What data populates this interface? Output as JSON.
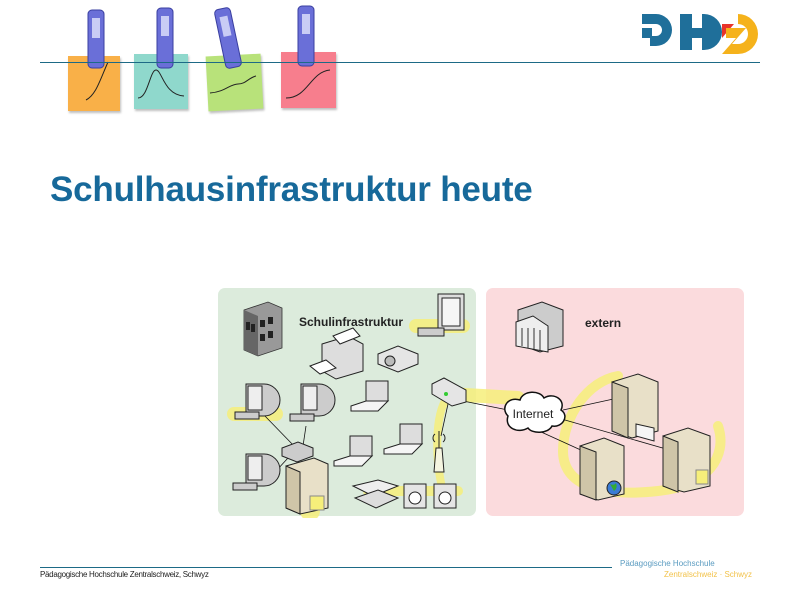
{
  "slide": {
    "title": "Schulhausinfrastruktur heute"
  },
  "logo": {
    "text": "PHZ",
    "colors": {
      "blue": "#1f6f9a",
      "red": "#e8332a",
      "yellow": "#f5b21b"
    }
  },
  "header_notes": [
    {
      "color": "#f9b048",
      "icon": "sticky-note-curve-icon"
    },
    {
      "color": "#8fd8cc",
      "icon": "sticky-note-peak-icon"
    },
    {
      "color": "#b8e27a",
      "icon": "sticky-note-wave-icon"
    },
    {
      "color": "#f77e8d",
      "icon": "sticky-note-sigmoid-icon"
    }
  ],
  "diagram": {
    "left_panel": {
      "label": "Schulinfrastruktur",
      "color": "#dcebdc"
    },
    "right_panel": {
      "label": "extern",
      "color": "#fbdbdd"
    },
    "cloud_label": "Internet",
    "highlight_color": "#f6ef7a"
  },
  "footer": {
    "text": "Pädagogische Hochschule Zentralschweiz, Schwyz",
    "logo_line1": "Pädagogische Hochschule",
    "logo_line2": "Zentralschweiz · Schwyz"
  }
}
